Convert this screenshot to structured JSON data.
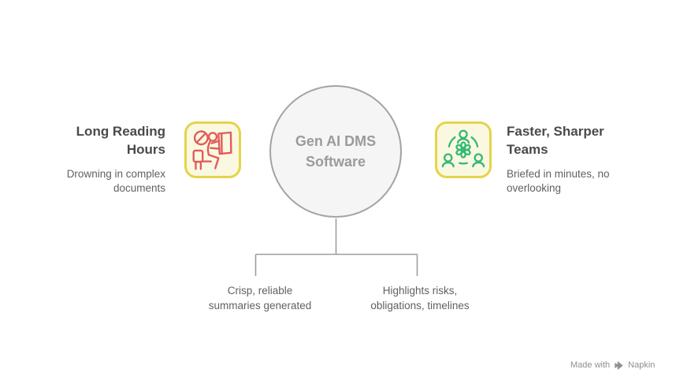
{
  "center": {
    "label_lines": [
      "Gen AI DMS",
      "Software"
    ]
  },
  "left_item": {
    "icon": "person-reading-blocked-icon",
    "title_lines": [
      "Long Reading",
      "Hours"
    ],
    "desc_lines": [
      "Drowning in complex",
      "documents"
    ]
  },
  "right_item": {
    "icon": "team-collaboration-gear-icon",
    "title_lines": [
      "Faster, Sharper",
      "Teams"
    ],
    "desc_lines": [
      "Briefed in minutes, no",
      "overlooking"
    ]
  },
  "bottom_labels": [
    {
      "lines": [
        "Crisp, reliable",
        "summaries generated"
      ]
    },
    {
      "lines": [
        "Highlights risks,",
        "obligations, timelines"
      ]
    }
  ],
  "watermark": {
    "prefix": "Made with",
    "brand": "Napkin"
  },
  "colors": {
    "background": "#ffffff",
    "accent_red": "#e05c5c",
    "accent_green": "#34b873",
    "tile_border": "#e4d44a",
    "tile_bg": "#fbf8e1",
    "circle_bg": "#f5f5f5",
    "circle_border": "#a3a3a3",
    "connector": "#9e9e9e",
    "title_text": "#4a4a4a",
    "desc_text": "#616161",
    "center_text": "#9b9b9b",
    "watermark_text": "#8d9095"
  }
}
